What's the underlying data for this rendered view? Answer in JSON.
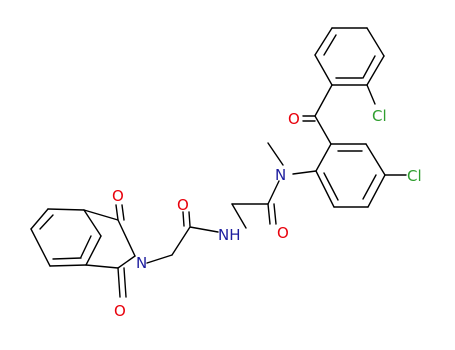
{
  "colors": {
    "bond": "#000000",
    "oxygen": "#e8000b",
    "nitrogen": "#1c1c9e",
    "chlorine": "#2f9e2f"
  },
  "atoms": {
    "o_phthal_top": "O",
    "o_phthal_bottom": "O",
    "n_phthal": "N",
    "o_amide_left": "O",
    "nh_amide": "NH",
    "o_amide_right": "O",
    "n_methyl": "N",
    "o_ketone": "O",
    "cl_top": "Cl",
    "cl_right": "Cl"
  }
}
